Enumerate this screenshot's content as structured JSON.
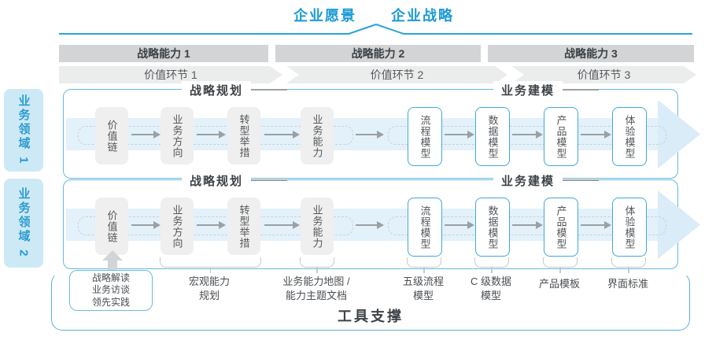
{
  "header": {
    "vision": "企业愿景",
    "strategy": "企业战略"
  },
  "capability_bar": {
    "items": [
      {
        "label": "战略能力 1"
      },
      {
        "label": "战略能力 2"
      },
      {
        "label": "战略能力 3"
      }
    ]
  },
  "value_bar": {
    "items": [
      {
        "label": "价值环节 1"
      },
      {
        "label": "价值环节 2"
      },
      {
        "label": "价值环节 3"
      }
    ]
  },
  "domains": [
    {
      "label": "业务领域 1"
    },
    {
      "label": "业务领域 2"
    }
  ],
  "sections": {
    "planning": "战略规划",
    "modeling": "业务建模"
  },
  "boxes": {
    "gray": [
      "价值链",
      "业务方向",
      "转型举措",
      "业务能力"
    ],
    "blue": [
      "流程模型",
      "数据模型",
      "产品模型",
      "体验模型"
    ]
  },
  "annotations": {
    "practice": "战略解读\n业务访谈\n领先实践",
    "macro": "宏观能力\n规划",
    "map": "业务能力地图 /\n能力主题文档",
    "process": "五级流程\n模型",
    "data_model": "C 级数据\n模型",
    "product": "产品模板",
    "ui": "界面标准"
  },
  "footer": {
    "tool_support": "工具支撑"
  },
  "colors": {
    "accent_blue": "#1b9ad5",
    "header_line_blue": "#2ba4dc",
    "row_border_blue": "#66b8df",
    "model_box_border_blue": "#41a8d8",
    "capability_bar_gray": "#d2d4d5",
    "value_bar_gray": "#ebeded",
    "domain_tab_fill": "#cde9f6",
    "band_fill": "#e3f1fa",
    "band_arrow_fill": "#d9ecf7"
  }
}
